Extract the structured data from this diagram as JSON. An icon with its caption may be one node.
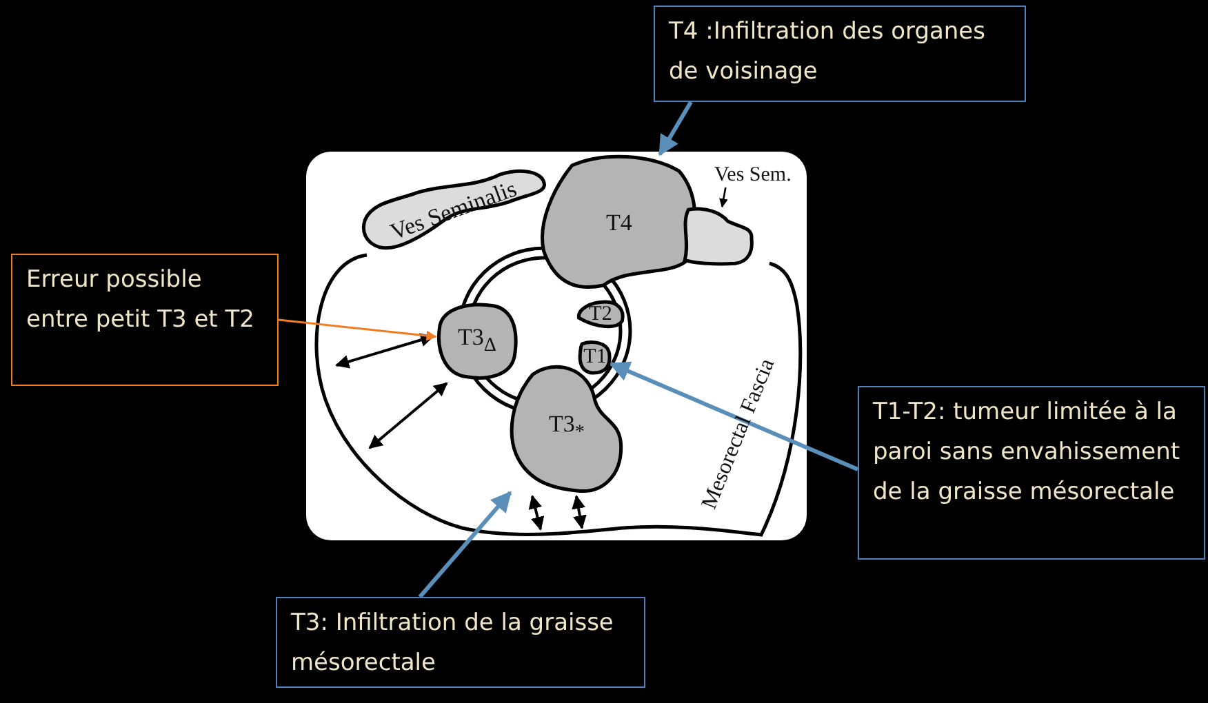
{
  "diagram": {
    "nodes": [
      {
        "text": [
          "T4 :Infiltration des organes de voisinage"
        ]
      },
      {
        "text": [
          "Erreur possible entre petit T3 et T2"
        ]
      },
      {
        "text": [
          "T1-T2:  tumeur limitée à la paroi sans envahissement de la graisse mésorectale"
        ]
      },
      {
        "text": [
          "T3: Infiltration de la graisse mésorectale"
        ]
      },
      {
        "text": [
          "T4"
        ]
      },
      {
        "text": [
          "Ves Seminalis"
        ]
      },
      {
        "text": [
          "Ves Sem."
        ]
      },
      {
        "text": [],
        "shape": "cloud"
      },
      {
        "text": [
          "T2"
        ]
      },
      {
        "text": [
          "T1"
        ]
      },
      {
        "text": [
          "T3$_{Δ}$"
        ]
      },
      {
        "text": [
          "T3$_{*}$"
        ]
      }
    ],
    "edges": [
      {
        "from": 0,
        "to": 4,
        "arrow": "to"
      },
      {
        "from": 1,
        "to": 10,
        "arrow": "to",
        "color": "#f07c22"
      },
      {
        "from": 2,
        "to": 9,
        "arrow": "to"
      },
      {
        "from": 3,
        "to": 11,
        "arrow": "to"
      },
      {
        "from": 6,
        "to": 7,
        "arrow": "to",
        "color": "#000000"
      }
    ],
    "labels": [
      "Mesorectal Fascia"
    ]
  }
}
